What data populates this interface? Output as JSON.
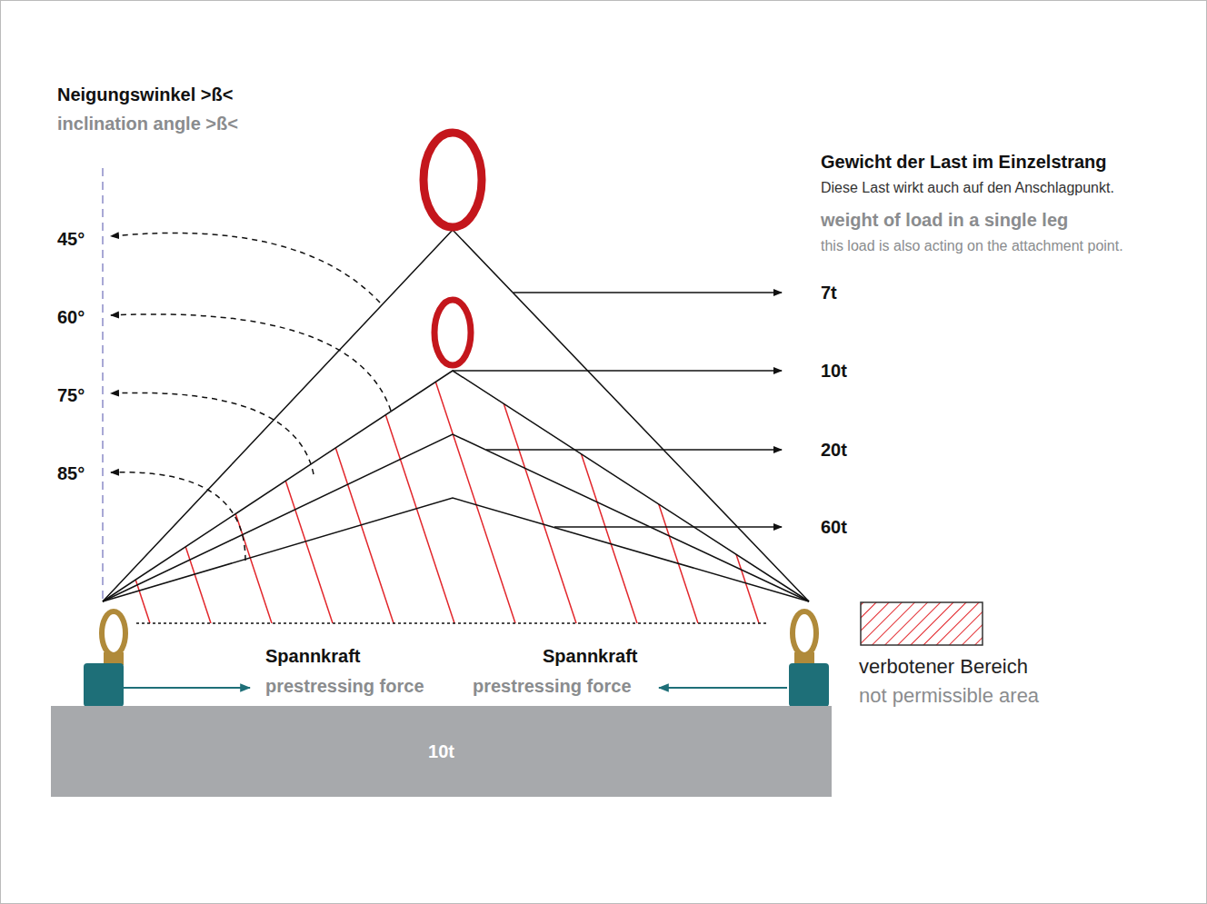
{
  "diagram": {
    "nodes": [
      {
        "text": [
          "10t"
        ]
      }
    ],
    "labels": [
      "Neigungswinkel >ß<",
      "inclination angle >ß<",
      "45°",
      "60°",
      "75°",
      "85°",
      "Gewicht der Last im Einzelstrang",
      "Diese Last wirkt auch auf den Anschlagpunkt.",
      "weight of load in a single leg",
      "this load is also acting on the attachment point.",
      "7t",
      "10t",
      "20t",
      "60t",
      "Spannkraft",
      "prestressing force",
      "Spannkraft",
      "prestressing force"
    ],
    "legend": [
      {
        "text": "verbotener Bereich"
      },
      {
        "text": "not permissible area"
      }
    ]
  }
}
